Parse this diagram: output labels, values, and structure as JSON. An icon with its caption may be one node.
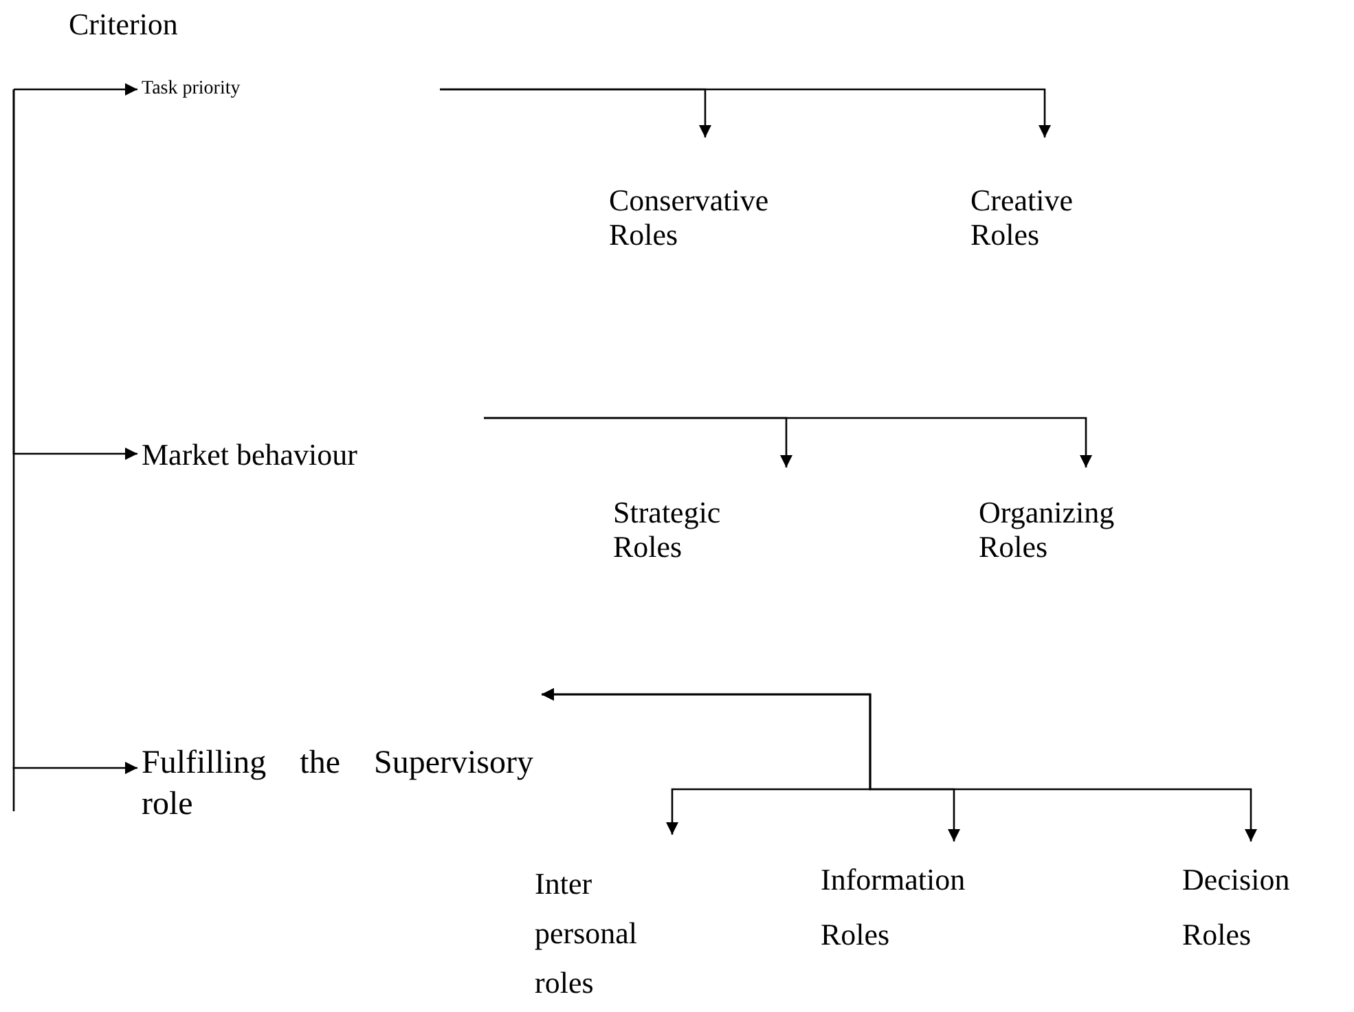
{
  "diagram": {
    "title": "Criterion",
    "nodes": [
      {
        "text": [
          "Task priority"
        ]
      },
      {
        "text": [
          "Conservative Roles"
        ]
      },
      {
        "text": [
          "Creative Roles"
        ]
      },
      {
        "text": [
          "Market behaviour"
        ]
      },
      {
        "text": [
          "Strategic Roles"
        ]
      },
      {
        "text": [
          "Organizing Roles"
        ]
      },
      {
        "text": [
          "Fulfilling the Supervisory role"
        ]
      },
      {
        "text": [
          "Inter personal roles"
        ]
      },
      {
        "text": [
          "Information Roles"
        ]
      },
      {
        "text": [
          "Decision Roles"
        ]
      }
    ],
    "edges": [
      {
        "from": null,
        "to": 0,
        "arrow": "to"
      },
      {
        "from": null,
        "to": 3,
        "arrow": "to"
      },
      {
        "from": null,
        "to": 6,
        "arrow": "to"
      },
      {
        "from": null,
        "to": 1,
        "arrow": "to"
      },
      {
        "from": null,
        "to": 2,
        "arrow": "to"
      },
      {
        "from": null,
        "to": 4,
        "arrow": "to"
      },
      {
        "from": null,
        "to": 5,
        "arrow": "to"
      },
      {
        "from": 6,
        "to": 7,
        "arrow": "both"
      },
      {
        "from": 6,
        "to": 8,
        "arrow": "both"
      },
      {
        "from": 6,
        "to": 9,
        "arrow": "both"
      }
    ]
  }
}
